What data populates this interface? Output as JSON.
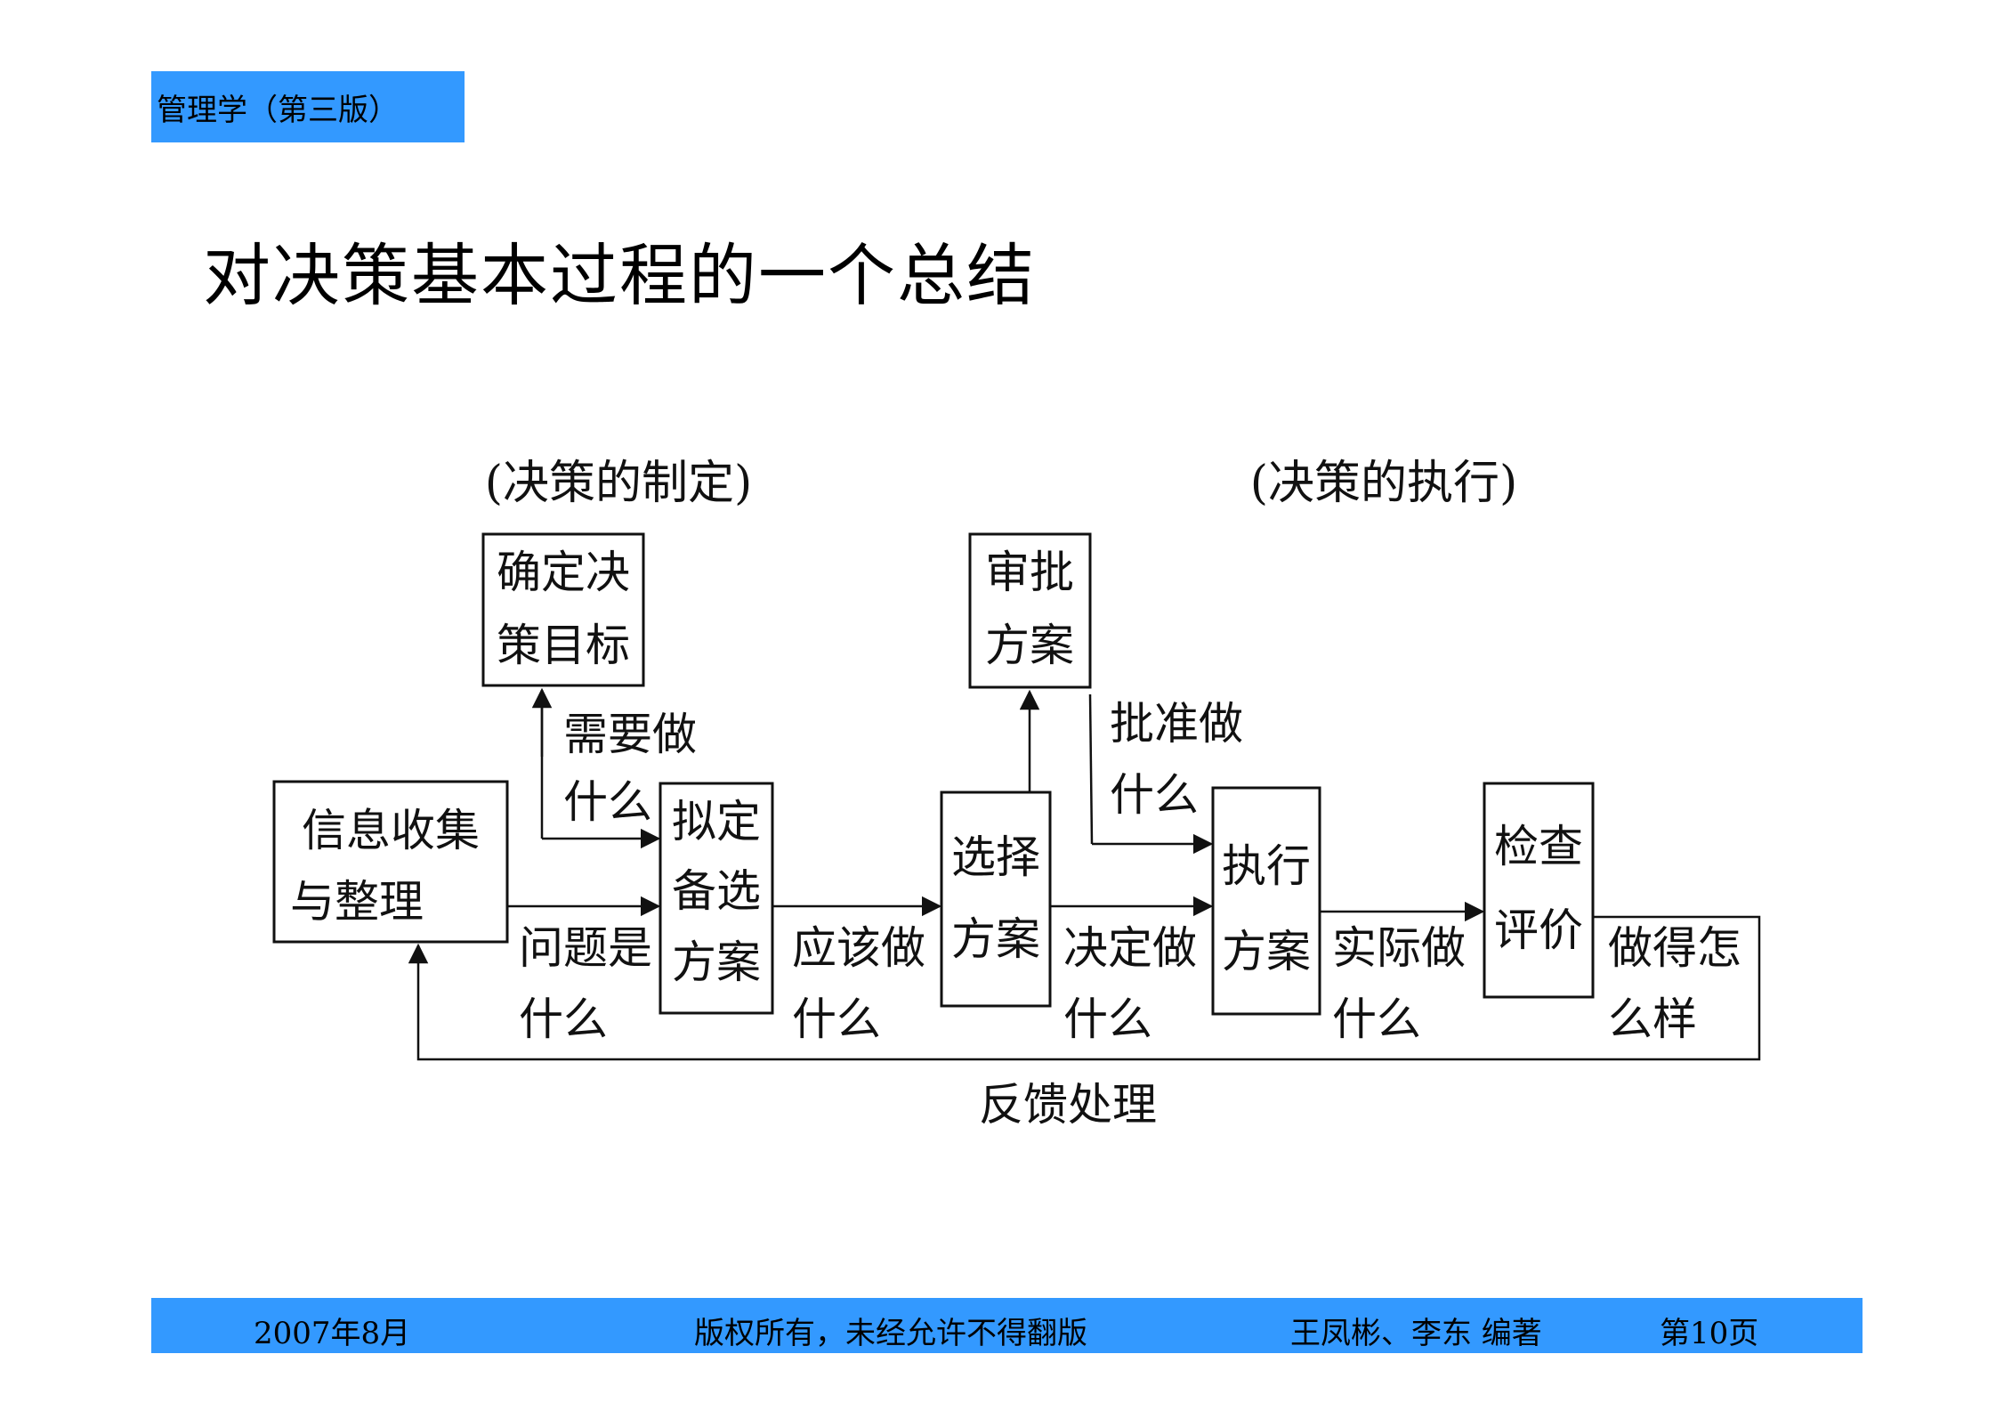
{
  "header": {
    "course_label": "管理学（第三版）"
  },
  "title": "对决策基本过程的一个总结",
  "diagram": {
    "phase_labels": {
      "formulation": "(决策的制定)",
      "execution": "(决策的执行)"
    },
    "boxes": {
      "collect": [
        "信息收集",
        "与整理"
      ],
      "goal": [
        "确定决",
        "策目标"
      ],
      "draft": [
        "拟定",
        "备选",
        "方案"
      ],
      "choose": [
        "选择",
        "方案"
      ],
      "approve": [
        "审批",
        "方案"
      ],
      "execute": [
        "执行",
        "方案"
      ],
      "review": [
        "检查",
        "评价"
      ]
    },
    "questions": {
      "need": [
        "需要做",
        "什么"
      ],
      "problem": [
        "问题是",
        "什么"
      ],
      "should": [
        "应该做",
        "什么"
      ],
      "approve": [
        "批准做",
        "什么"
      ],
      "decide": [
        "决定做",
        "什么"
      ],
      "actual": [
        "实际做",
        "什么"
      ],
      "result": [
        "做得怎",
        "么样"
      ]
    },
    "feedback": "反馈处理",
    "line_color": "#111111"
  },
  "footer": {
    "date": "2007年8月",
    "copyright": "版权所有，未经允许不得翻版",
    "authors": "王凤彬、李东  编著",
    "page": "第10页"
  },
  "colors": {
    "accent": "#3399ff"
  }
}
